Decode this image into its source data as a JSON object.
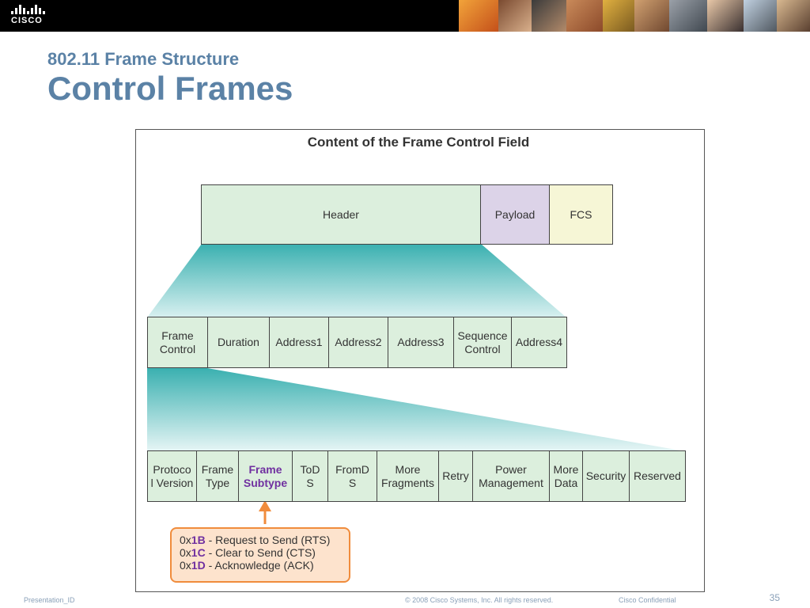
{
  "brand": {
    "logo_text": "CISCO"
  },
  "header": {
    "subtitle": "802.11 Frame Structure",
    "title": "Control Frames"
  },
  "diagram": {
    "title": "Content of the Frame Control Field",
    "frame_parts": [
      {
        "label": "Header"
      },
      {
        "label": "Payload"
      },
      {
        "label": "FCS"
      }
    ],
    "header_fields": [
      {
        "label": "Frame Control"
      },
      {
        "label": "Duration"
      },
      {
        "label": "Address1"
      },
      {
        "label": "Address2"
      },
      {
        "label": "Address3"
      },
      {
        "label": "Sequence Control"
      },
      {
        "label": "Address4"
      }
    ],
    "fc_fields": [
      {
        "line1": "Protoco",
        "line2": "l Version"
      },
      {
        "line1": "Frame",
        "line2": "Type"
      },
      {
        "line1": "Frame",
        "line2": "Subtype"
      },
      {
        "line1": "ToD",
        "line2": "S"
      },
      {
        "line1": "FromD",
        "line2": "S"
      },
      {
        "line1": "More",
        "line2": "Fragments"
      },
      {
        "line1": "Retry",
        "line2": ""
      },
      {
        "line1": "Power",
        "line2": "Management"
      },
      {
        "line1": "More",
        "line2": "Data"
      },
      {
        "line1": "Security",
        "line2": ""
      },
      {
        "line1": "Reserved",
        "line2": ""
      }
    ],
    "subtypes": [
      {
        "prefix": "0x",
        "code": "1B",
        "desc": " - Request to Send (RTS)"
      },
      {
        "prefix": "0x",
        "code": "1C",
        "desc": " - Clear to Send (CTS)"
      },
      {
        "prefix": "0x",
        "code": "1D",
        "desc": " - Acknowledge (ACK)"
      }
    ]
  },
  "footer": {
    "presentation_id": "Presentation_ID",
    "copyright": "© 2008 Cisco Systems, Inc. All rights reserved.",
    "confidential": "Cisco Confidential",
    "page": "35"
  },
  "colors": {
    "title": "#5b82a6",
    "highlight": "#7030a0",
    "callout_border": "#f08c3c",
    "cell_fill": "#dcefdd"
  }
}
